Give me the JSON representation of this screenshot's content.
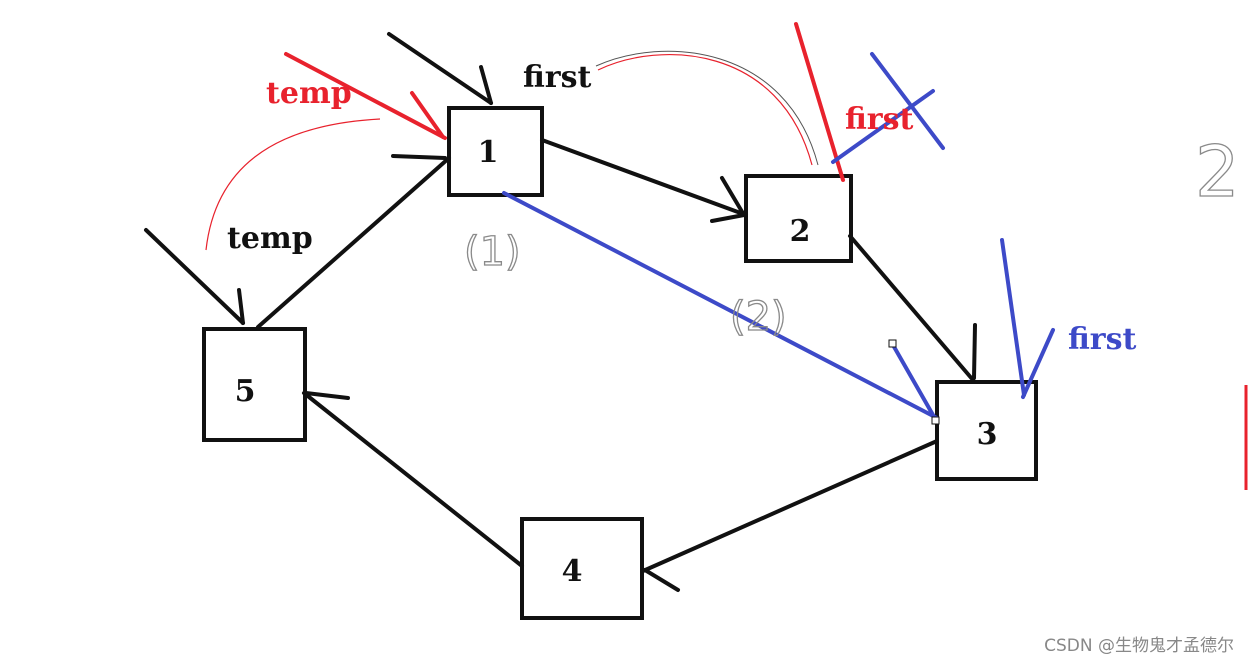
{
  "colors": {
    "black": "#111111",
    "red": "#e8222d",
    "blue": "#3d4ac8",
    "gray": "#8a8a8a"
  },
  "nodes": [
    {
      "id": "node-1",
      "label": "1"
    },
    {
      "id": "node-2",
      "label": "2"
    },
    {
      "id": "node-3",
      "label": "3"
    },
    {
      "id": "node-4",
      "label": "4"
    },
    {
      "id": "node-5",
      "label": "5"
    }
  ],
  "labels": {
    "temp_red": "temp",
    "first_black": "first",
    "first_red": "first",
    "temp_black": "temp",
    "first_blue": "first",
    "step_1": "(1)",
    "step_2": "(2)",
    "side_mark": "2"
  },
  "watermark": "CSDN @生物鬼才孟德尔"
}
